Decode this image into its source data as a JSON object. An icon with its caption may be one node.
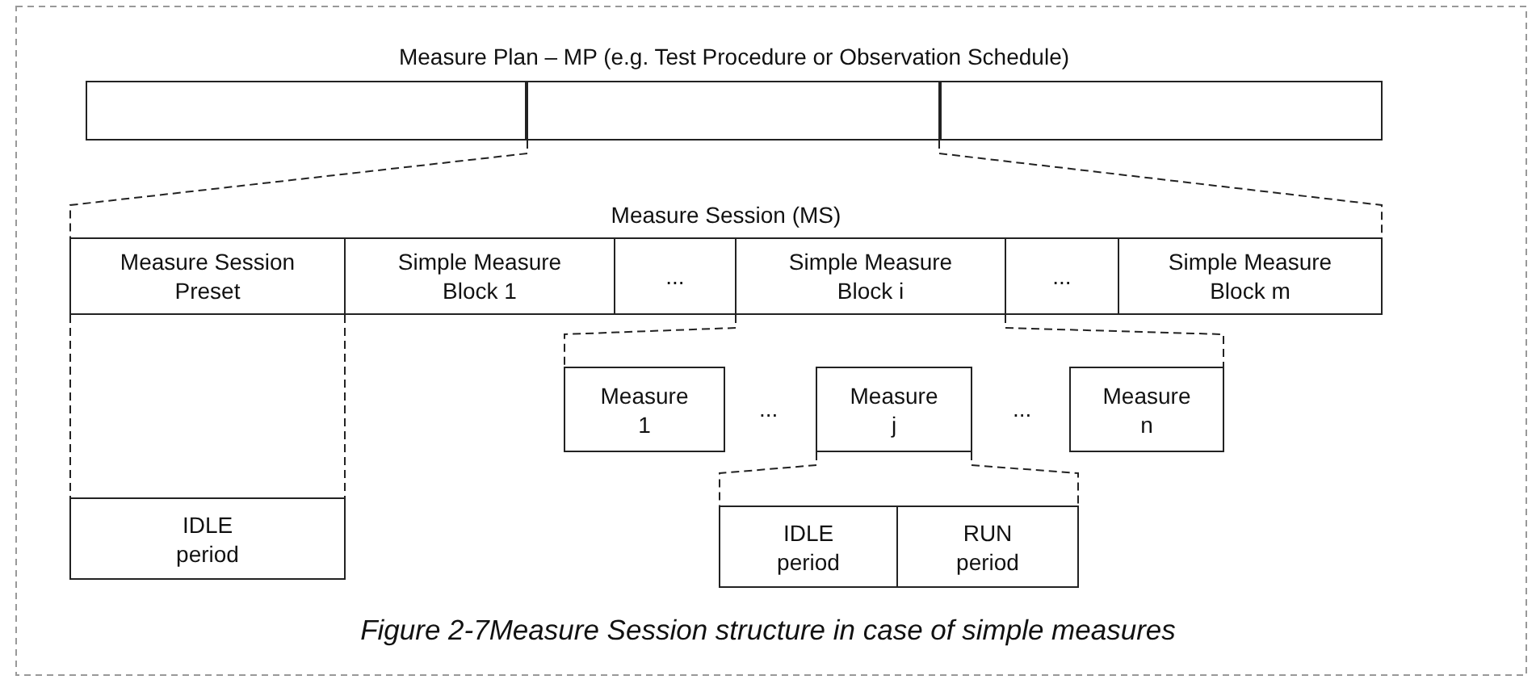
{
  "diagram": {
    "caption": "Figure 2-7Measure Session structure in case of simple measures",
    "nodes": [
      {
        "text": [
          "Measure Plan – MP (e.g. Test Procedure or Observation Schedule)"
        ]
      },
      {
        "text": [],
        "shape": "box",
        "in": 0
      },
      {
        "text": [],
        "shape": "box",
        "in": 0
      },
      {
        "text": [],
        "shape": "box",
        "in": 0
      },
      {
        "text": [
          "Measure Session (MS)"
        ]
      },
      {
        "text": [
          "Measure Session Preset"
        ],
        "in": 4
      },
      {
        "text": [
          "Simple Measure Block 1"
        ],
        "in": 4
      },
      {
        "text": [
          "..."
        ],
        "in": 4
      },
      {
        "text": [
          "Simple Measure Block i"
        ],
        "in": 4
      },
      {
        "text": [
          "..."
        ],
        "in": 4
      },
      {
        "text": [
          "Simple Measure Block m"
        ],
        "in": 4
      },
      {
        "text": [
          "Measure 1"
        ]
      },
      {
        "text": [
          "Measure j"
        ]
      },
      {
        "text": [
          "Measure n"
        ]
      },
      {
        "text": [
          "IDLE period"
        ]
      },
      {
        "text": [
          "IDLE period"
        ]
      },
      {
        "text": [
          "RUN period"
        ]
      }
    ],
    "edges": [
      {
        "from": 2,
        "to": 4,
        "arrow": "none",
        "style": "dashed"
      },
      {
        "from": 2,
        "to": 4,
        "arrow": "none",
        "style": "dashed"
      },
      {
        "from": 5,
        "to": 14,
        "arrow": "none",
        "style": "dashed"
      },
      {
        "from": 5,
        "to": 14,
        "arrow": "none",
        "style": "dashed"
      },
      {
        "from": 8,
        "to": 11,
        "arrow": "none",
        "style": "dashed"
      },
      {
        "from": 8,
        "to": 13,
        "arrow": "none",
        "style": "dashed"
      },
      {
        "from": 12,
        "to": 15,
        "arrow": "none",
        "style": "dashed"
      },
      {
        "from": 12,
        "to": 16,
        "arrow": "none",
        "style": "dashed"
      }
    ],
    "labels": [
      "...",
      "..."
    ]
  }
}
